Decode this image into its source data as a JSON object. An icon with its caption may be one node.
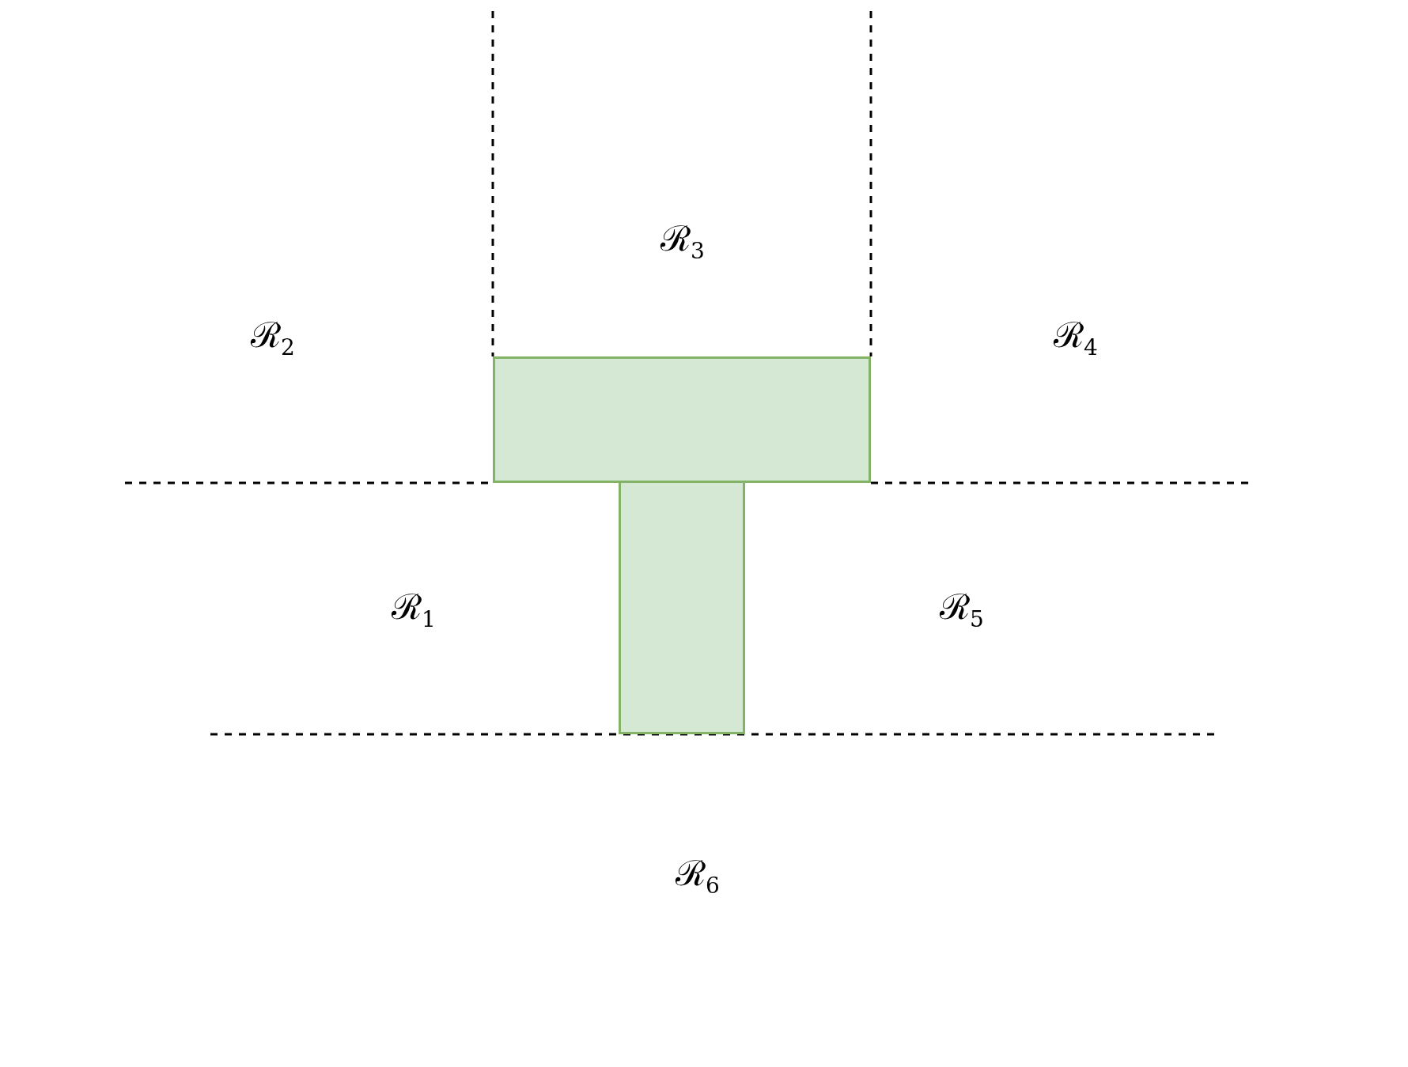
{
  "diagram": {
    "nodes": [
      {
        "text": [],
        "shape": "box"
      },
      {
        "text": [],
        "shape": "box"
      }
    ],
    "labels": [
      "ℛ$_{3}$",
      "ℛ$_{2}$",
      "ℛ$_{4}$",
      "ℛ$_{1}$",
      "ℛ$_{5}$",
      "ℛ$_{6}$"
    ]
  }
}
